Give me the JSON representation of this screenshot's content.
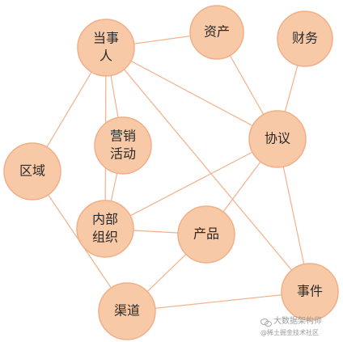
{
  "nodes": [
    {
      "id": "party",
      "lines": [
        "当事",
        "人"
      ]
    },
    {
      "id": "assets",
      "lines": [
        "资产"
      ]
    },
    {
      "id": "finance",
      "lines": [
        "财务"
      ]
    },
    {
      "id": "agreement",
      "lines": [
        "协议"
      ]
    },
    {
      "id": "marketing",
      "lines": [
        "营销",
        "活动"
      ]
    },
    {
      "id": "region",
      "lines": [
        "区域"
      ]
    },
    {
      "id": "internal-org",
      "lines": [
        "内部",
        "组织"
      ]
    },
    {
      "id": "product",
      "lines": [
        "产品"
      ]
    },
    {
      "id": "channel",
      "lines": [
        "渠道"
      ]
    },
    {
      "id": "event",
      "lines": [
        "事件"
      ]
    }
  ],
  "edges": [
    [
      "party",
      "assets"
    ],
    [
      "party",
      "agreement"
    ],
    [
      "party",
      "marketing"
    ],
    [
      "party",
      "region"
    ],
    [
      "party",
      "internal-org"
    ],
    [
      "party",
      "event"
    ],
    [
      "assets",
      "agreement"
    ],
    [
      "finance",
      "agreement"
    ],
    [
      "agreement",
      "internal-org"
    ],
    [
      "agreement",
      "product"
    ],
    [
      "agreement",
      "event"
    ],
    [
      "marketing",
      "internal-org"
    ],
    [
      "region",
      "channel"
    ],
    [
      "internal-org",
      "product"
    ],
    [
      "product",
      "channel"
    ],
    [
      "channel",
      "event"
    ]
  ],
  "watermark": {
    "line1": "大数据架构师",
    "line2": "@稀土掘金技术社区"
  }
}
